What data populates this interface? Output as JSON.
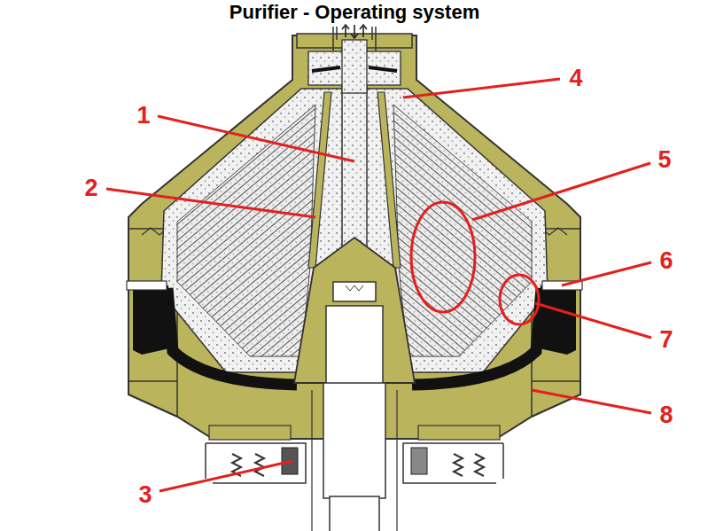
{
  "diagram": {
    "title": "Purifier - Operating system",
    "labels": [
      "1",
      "2",
      "3",
      "4",
      "5",
      "6",
      "7",
      "8"
    ]
  }
}
